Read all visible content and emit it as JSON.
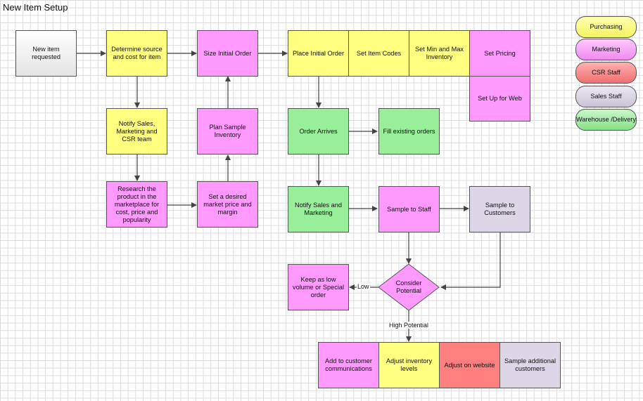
{
  "title": "New Item Setup",
  "nodes": {
    "new_item": "New item requested",
    "determine": "Determine source and cost for item",
    "size_order": "Size Initial Order",
    "place_order": "Place Initial Order",
    "set_codes": "Set Item Codes",
    "set_minmax": "Set Min and Max Inventory",
    "set_pricing": "Set Pricing",
    "set_web": "Set Up for Web",
    "notify_team": "Notify Sales, Marketing and CSR team",
    "plan_sample": "Plan Sample Inventory",
    "research": "Research the product in the marketplace for cost, price and popularity",
    "set_market": "Set a desired market price and margin",
    "order_arrives": "Order Arrives",
    "fill_orders": "Fill existing orders",
    "notify_sm": "Notify Sales and Marketing",
    "sample_staff": "Sample to Staff",
    "sample_customers": "Sample to Customers",
    "consider": "Consider Potential",
    "keep_low": "Keep as low volume or Special order",
    "add_comm": "Add to customer communications",
    "adjust_inv": "Adjust inventory levels",
    "adjust_web": "Adjust on website",
    "sample_more": "Sample additional customers"
  },
  "edge_labels": {
    "low": "Low",
    "high": "High Potential"
  },
  "legend": {
    "purchasing": "Purchasing",
    "marketing": "Marketing",
    "csr": "CSR Staff",
    "sales": "Sales Staff",
    "warehouse": "Warehouse /Delivery"
  },
  "colors": {
    "purchasing": "#ffff80",
    "marketing": "#ff99ff",
    "csr": "#ff7f7f",
    "sales": "#dcd6e6",
    "warehouse": "#99ee99"
  }
}
